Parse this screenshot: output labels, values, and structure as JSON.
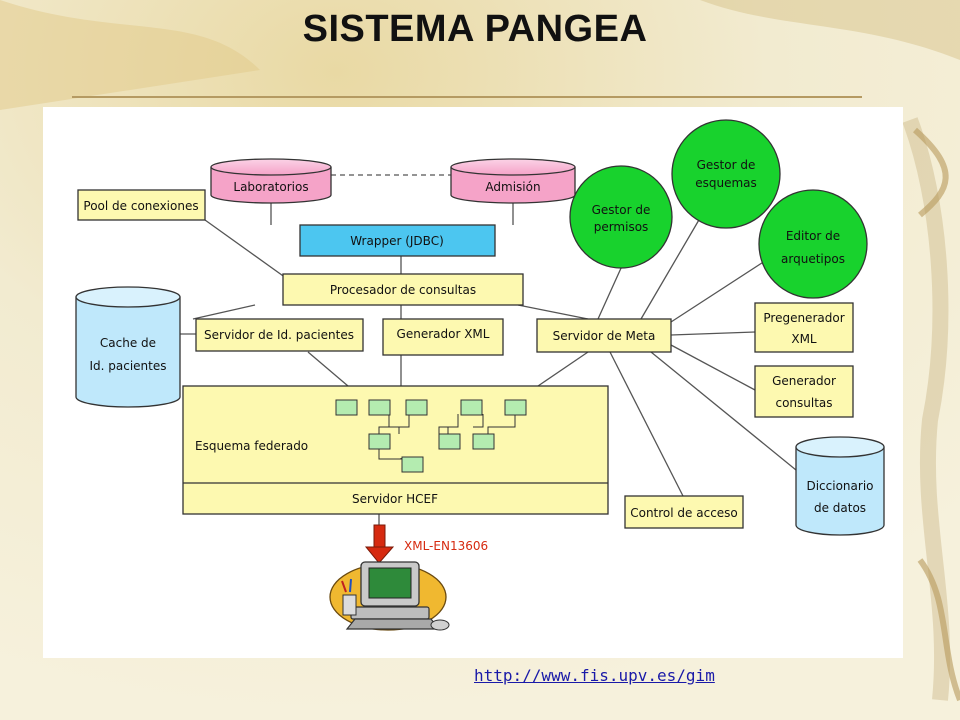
{
  "slide": {
    "title": "SISTEMA PANGEA",
    "url": "http://www.fis.upv.es/gim"
  },
  "colors": {
    "db_pink": "#f5a3c8",
    "box_yellow": "#fdf9b0",
    "box_cyan": "#4cc6f0",
    "circle_green": "#18d22d",
    "node_green": "#b4ecb0",
    "arrow_red": "#d62a10"
  },
  "diagram": {
    "db_laboratorios": "Laboratorios",
    "db_admision": "Admisión",
    "pool": "Pool de conexiones",
    "wrapper": "Wrapper (JDBC)",
    "procesador": "Procesador de consultas",
    "cache_line1": "Cache de",
    "cache_line2": "Id. pacientes",
    "servidor_id": "Servidor de Id. pacientes",
    "generador_xml": "Generador XML",
    "servidor_meta": "Servidor de Meta",
    "gestor_permisos_line1": "Gestor de",
    "gestor_permisos_line2": "permisos",
    "gestor_esquemas_line1": "Gestor de",
    "gestor_esquemas_line2": "esquemas",
    "editor_line1": "Editor de",
    "editor_line2": "arquetipos",
    "pregenerador_line1": "Pregenerador",
    "pregenerador_line2": "XML",
    "gen_consultas_line1": "Generador",
    "gen_consultas_line2": "consultas",
    "esquema_federado": "Esquema federado",
    "servidor_hcef": "Servidor HCEF",
    "diccionario_line1": "Diccionario",
    "diccionario_line2": "de datos",
    "control_acceso": "Control de acceso",
    "xml_label": "XML-EN13606"
  }
}
